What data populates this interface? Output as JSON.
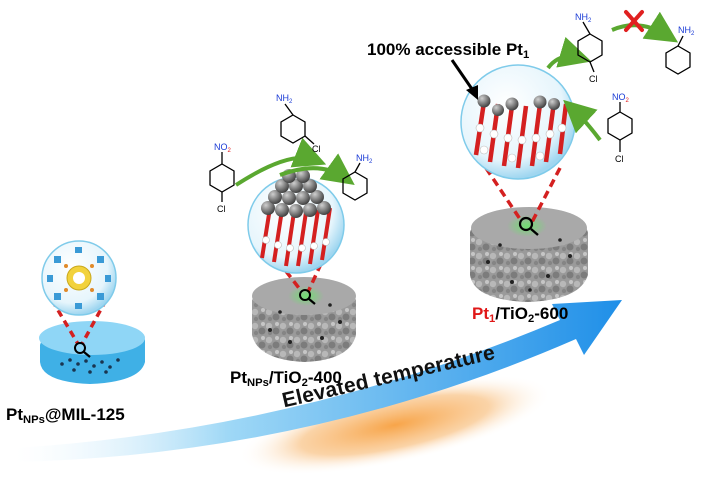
{
  "labels": {
    "mil": {
      "main": "Pt",
      "sub": "NPs",
      "rest": "@MIL-125"
    },
    "tio2_400": {
      "main": "Pt",
      "sub": "NPs",
      "mid": "/TiO",
      "sub2": "2",
      "rest": "-400"
    },
    "tio2_600": {
      "main": "Pt",
      "sub": "1",
      "mid": "/TiO",
      "sub2": "2",
      "rest": "-600"
    },
    "accessible": {
      "main": "100% accessible Pt",
      "sub": "1"
    },
    "arrow_text": "Elevated temperature"
  },
  "molecules": {
    "nitro_group": "NO",
    "nitro_sub": "2",
    "amine_group": "NH",
    "amine_sub": "2",
    "chloro": "Cl"
  },
  "colors": {
    "arrow_blue": "#1f8fe8",
    "arrow_light": "#9fd8f6",
    "glow_orange": "#f7a040",
    "support_gray": "#8b8b8b",
    "mof_blue": "#4db8ea",
    "lattice_red": "#d42020",
    "highlight_green": "#6ee06e",
    "fail_cross": "#e02020",
    "reaction_arrow": "#5aa830"
  }
}
